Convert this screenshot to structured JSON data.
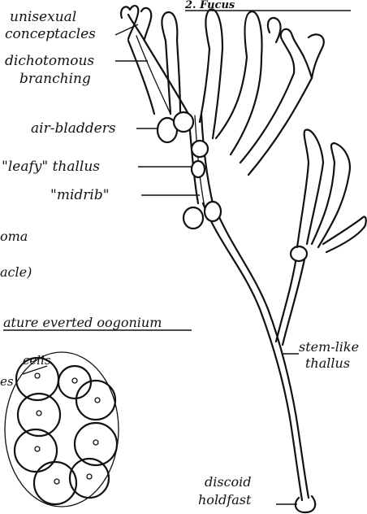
{
  "title_fragment": "2. Fucus",
  "labels": {
    "unisexual": "unisexual",
    "conceptacles": "conceptacles",
    "dichotomous": "dichotomous",
    "branching": "branching",
    "air_bladders": "air-bladders",
    "leafy_thallus": "\"leafy\" thallus",
    "midrib": "\"midrib\"",
    "stroma_fragment": "oma",
    "tacle_fragment": "acle)",
    "oogonium_heading": "ature everted oogonium",
    "cells_fragment": "cells",
    "es_fragment": "es",
    "stem_like": "stem-like",
    "thallus": "thallus",
    "discoid": "discoid",
    "holdfast": "holdfast"
  },
  "colors": {
    "ink": "#111111",
    "paper": "#ffffff"
  }
}
